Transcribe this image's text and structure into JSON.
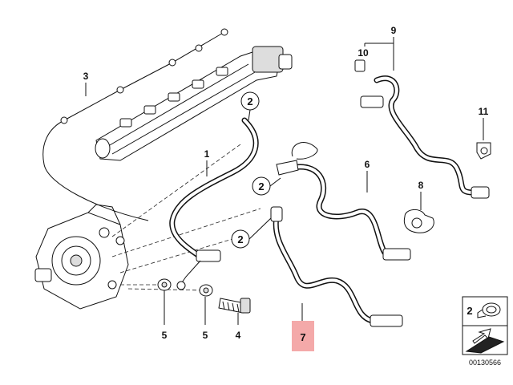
{
  "diagram": {
    "callouts": {
      "p1": "1",
      "p3": "3",
      "p4": "4",
      "p5a": "5",
      "p5b": "5",
      "p6": "6",
      "p7": "7",
      "p8": "8",
      "p9": "9",
      "p10": "10",
      "p11": "11"
    },
    "circled_refs": {
      "c1": "2",
      "c2": "2",
      "c3": "2"
    },
    "legend": {
      "number": "2"
    },
    "image_code": "00130566",
    "highlight_color": "#f4a9a9"
  }
}
